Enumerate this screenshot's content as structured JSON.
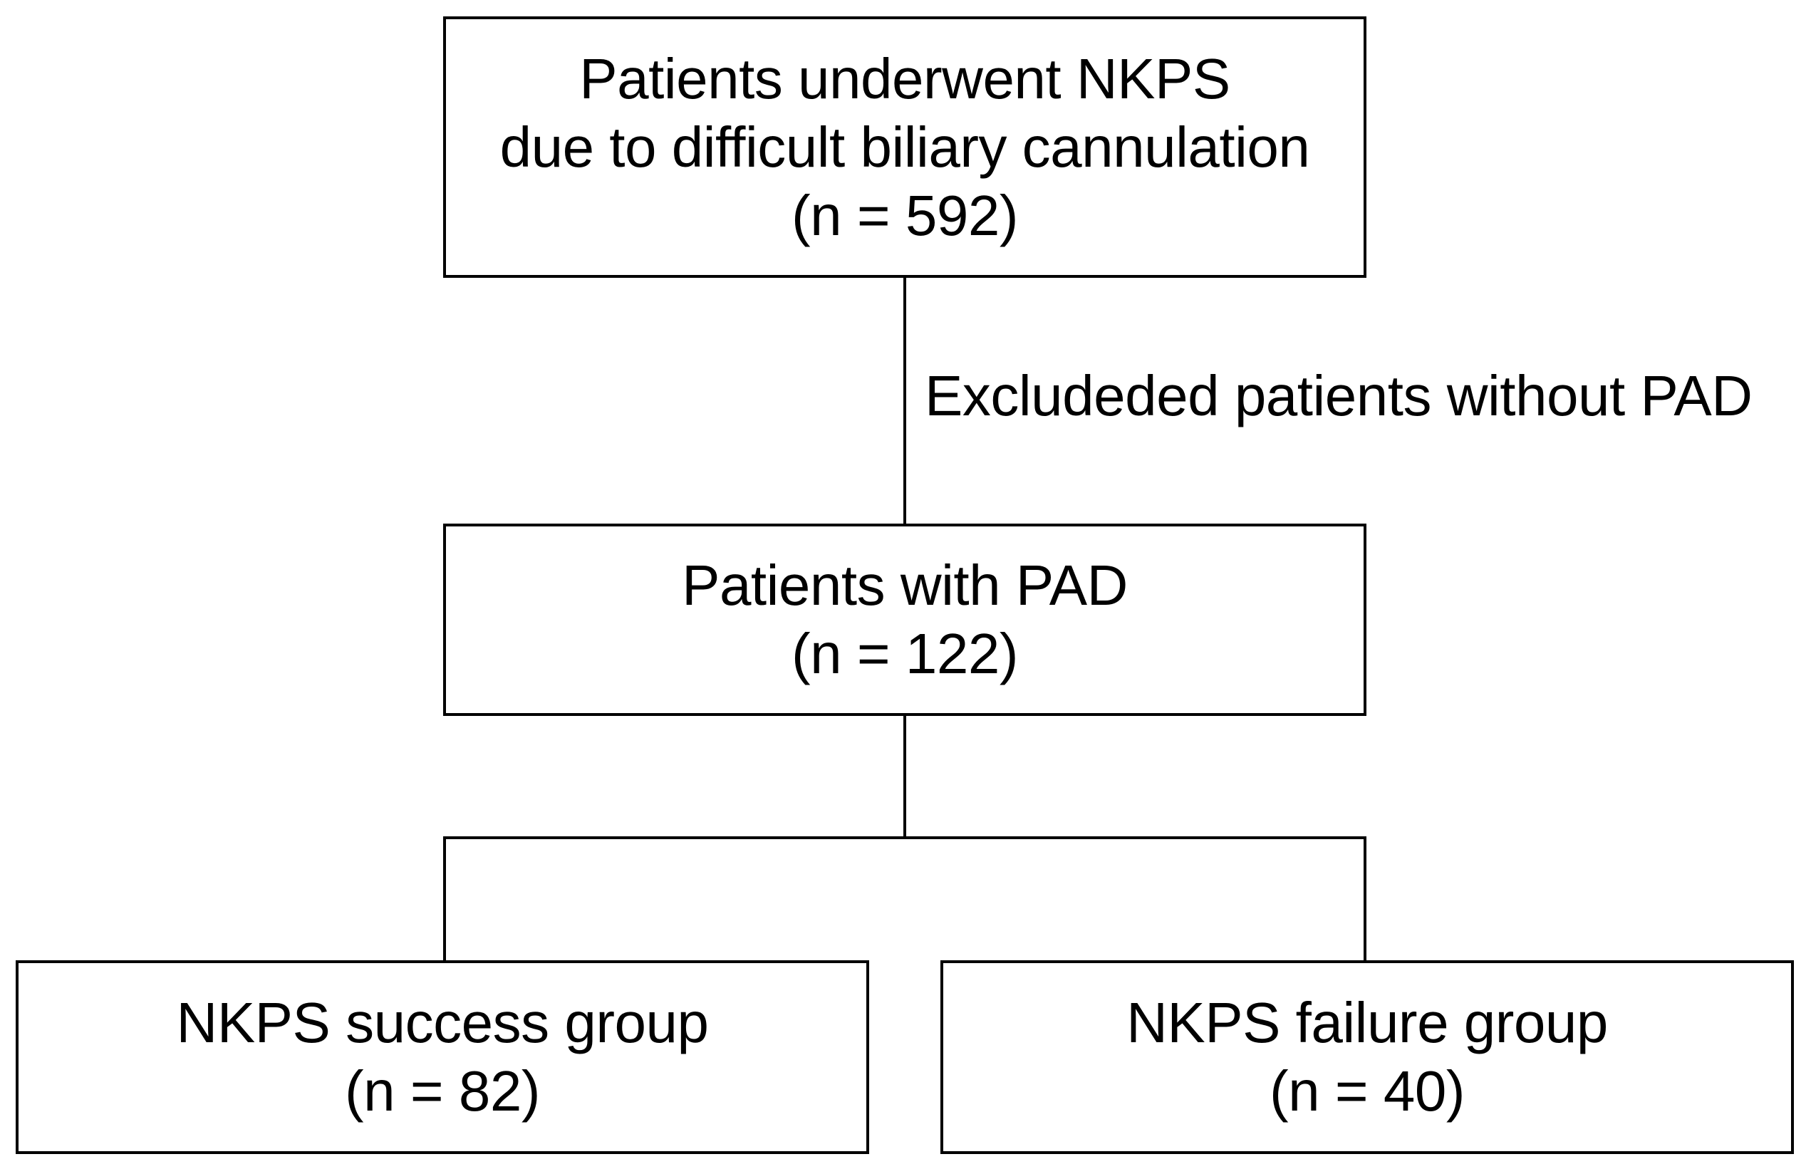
{
  "diagram": {
    "top_box": {
      "line1": "Patients underwent NKPS",
      "line2": "due to difficult biliary cannulation",
      "line3": "(n = 592)"
    },
    "exclusion_note": "Excludeded patients without PAD",
    "middle_box": {
      "line1": "Patients with PAD",
      "line2": "(n = 122)"
    },
    "left_box": {
      "line1": "NKPS success group",
      "line2": "(n = 82)"
    },
    "right_box": {
      "line1": "NKPS failure group",
      "line2": "(n = 40)"
    }
  }
}
